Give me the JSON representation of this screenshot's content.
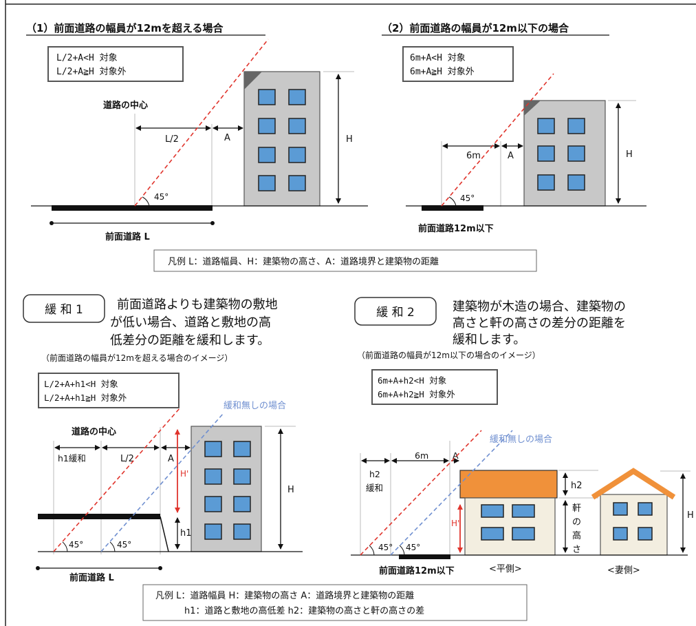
{
  "sec1": {
    "title": "（1）前面道路の幅員が12mを超える場合",
    "cond1": "L/2+A<H  対象",
    "cond2": "L/2+A≧H  対象外",
    "center_label": "道路の中心",
    "half_label": "L/2",
    "a_label": "A",
    "h_label": "H",
    "angle_label": "45°",
    "road_label": "前面道路  L"
  },
  "sec2": {
    "title": "（2）前面道路の幅員が12m以下の場合",
    "cond1": "6m+A<H  対象",
    "cond2": "6m+A≧H  対象外",
    "six_label": "6m",
    "a_label": "A",
    "h_label": "H",
    "angle_label": "45°",
    "road_label": "前面道路12m以下"
  },
  "legend1": "凡例  L：道路幅員、H：建築物の高さ、A：道路境界と建築物の距離",
  "kanwa1": {
    "badge": "緩 和 1",
    "desc": [
      "前面道路よりも建築物の敷地",
      "が低い場合、道路と敷地の高",
      "低差分の距離を緩和します。"
    ],
    "note": "（前面道路の幅員が12mを超える場合のイメージ）",
    "cond1": "L/2+A+h1<H  対象",
    "cond2": "L/2+A+h1≧H  対象外",
    "no_relax": "緩和無しの場合",
    "center_label": "道路の中心",
    "h1_relax": "h1緩和",
    "half_label": "L/2",
    "a_label": "A",
    "hprime": "H'",
    "h_label": "H",
    "h1_label": "h1",
    "angle_label": "45°",
    "road_label": "前面道路  L"
  },
  "kanwa2": {
    "badge": "緩 和 2",
    "desc": [
      "建築物が木造の場合、建築物の",
      "高さと軒の高さの差分の距離を",
      "緩和します。"
    ],
    "note": "（前面道路の幅員が12m以下の場合のイメージ）",
    "cond1": "6m+A+h2<H  対象",
    "cond2": "6m+A+h2≧H  対象外",
    "no_relax": "緩和無しの場合",
    "h2_line1": "h2",
    "h2_line2": "緩和",
    "six_label": "6m",
    "a_label": "A",
    "h2_label": "h2",
    "eave_chars": [
      "軒",
      "の",
      "高",
      "さ"
    ],
    "hprime": "H'",
    "h_label": "H",
    "angle_label": "45°",
    "road_label": "前面道路12m以下",
    "flat_side": "<平側>",
    "gable_side": "<妻側>"
  },
  "legend2": {
    "line1": "凡例  L：道路幅員  H：建築物の高さ  A：道路境界と建築物の距離",
    "line2": "h1：道路と敷地の高低差  h2：建築物の高さと軒の高さの差"
  },
  "colors": {
    "building": "#c8c8c8",
    "window": "#5b9bd5",
    "red_line": "#e0342c",
    "blue_line": "#6f8fd0",
    "roof": "#f0913a",
    "wall": "#f3eee0"
  }
}
